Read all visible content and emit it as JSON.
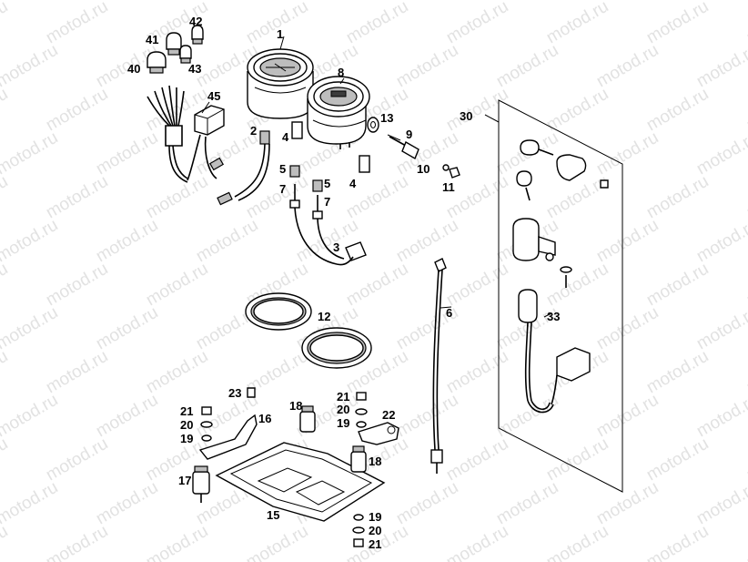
{
  "watermark": "motod.ru",
  "labels": {
    "p1": "1",
    "p2": "2",
    "p3": "3",
    "p4a": "4",
    "p4b": "4",
    "p5a": "5",
    "p5b": "5",
    "p6": "6",
    "p7a": "7",
    "p7b": "7",
    "p8": "8",
    "p9": "9",
    "p10": "10",
    "p11": "11",
    "p12": "12",
    "p13": "13",
    "p15": "15",
    "p16": "16",
    "p17": "17",
    "p18a": "18",
    "p18b": "18",
    "p19a": "19",
    "p19b": "19",
    "p19c": "19",
    "p20a": "20",
    "p20b": "20",
    "p20c": "20",
    "p21a": "21",
    "p21b": "21",
    "p21c": "21",
    "p22": "22",
    "p23": "23",
    "p30": "30",
    "p33": "33",
    "p40": "40",
    "p41": "41",
    "p42": "42",
    "p43": "43",
    "p45": "45"
  }
}
